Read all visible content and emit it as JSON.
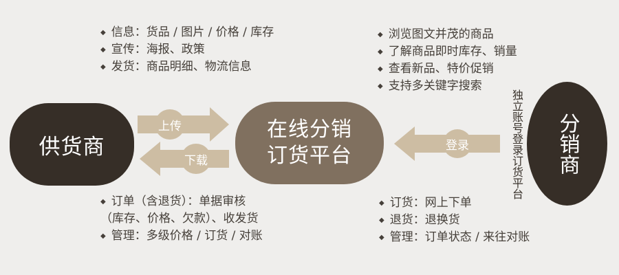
{
  "background_color": "#efeeec",
  "colors": {
    "dark_node": "#362e27",
    "platform_node": "#80705f",
    "arrow": "#cdbda3",
    "list_text": "#46403a",
    "node_text": "#ffffff"
  },
  "nodes": {
    "supplier": "供货商",
    "platform_line1": "在线分销",
    "platform_line2": "订货平台",
    "distributor": "分销商"
  },
  "arrows": {
    "upload": "上传",
    "download": "下载",
    "login": "登录"
  },
  "login_caption": "独立账号登录订货平台",
  "lists": {
    "supplier_top": [
      {
        "bullet": true,
        "text": "信息：货品 / 图片 / 价格 / 库存"
      },
      {
        "bullet": true,
        "text": "宣传：海报、政策"
      },
      {
        "bullet": true,
        "text": "发货：商品明细、物流信息"
      }
    ],
    "distributor_top": [
      {
        "bullet": true,
        "text": "浏览图文并茂的商品"
      },
      {
        "bullet": true,
        "text": "了解商品即时库存、销量"
      },
      {
        "bullet": true,
        "text": "查看新品、特价促销"
      },
      {
        "bullet": true,
        "text": "支持多关键字搜索"
      }
    ],
    "supplier_bottom": [
      {
        "bullet": true,
        "text": "订单（含退货）：单据审核"
      },
      {
        "bullet": false,
        "text": "（库存、价格、欠款）、收发货"
      },
      {
        "bullet": true,
        "text": "管理：多级价格 / 订货 / 对账"
      }
    ],
    "distributor_bottom": [
      {
        "bullet": true,
        "text": "订货：网上下单"
      },
      {
        "bullet": true,
        "text": "退货：退换货"
      },
      {
        "bullet": true,
        "text": "管理：订单状态 / 来往对账"
      }
    ]
  }
}
